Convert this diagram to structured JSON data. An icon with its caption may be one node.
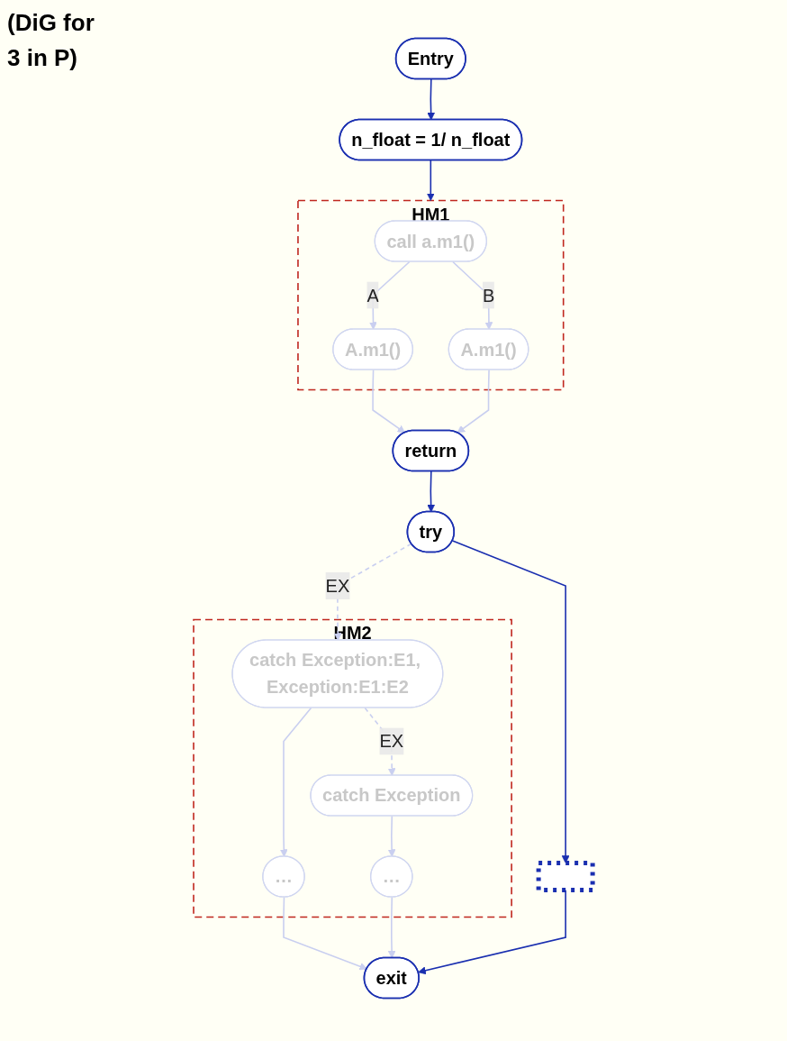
{
  "diagram": {
    "nodes": [
      {
        "text": [
          "Entry"
        ]
      },
      {
        "text": [
          "n_float = 1/ n_float"
        ]
      },
      {
        "text": [
          "HM1"
        ]
      },
      {
        "text": [
          "call a.m1()"
        ],
        "in": 2
      },
      {
        "text": [
          "A.m1()"
        ],
        "in": 2
      },
      {
        "text": [
          "A.m1()"
        ],
        "in": 2
      },
      {
        "text": [
          "return"
        ]
      },
      {
        "text": [
          "try"
        ]
      },
      {
        "text": [
          "HM2"
        ]
      },
      {
        "text": [
          "catch Exception:E1, Exception:E1:E2"
        ],
        "in": 8
      },
      {
        "text": [
          "…"
        ],
        "in": 8
      },
      {
        "text": [
          "catch Exception"
        ],
        "in": 8
      },
      {
        "text": [
          "…"
        ],
        "in": 8
      },
      {
        "text": [
          "exit"
        ]
      },
      {
        "text": [],
        "shape": "bar"
      }
    ],
    "edges": [
      {
        "from": 0,
        "to": 1,
        "arrow": "to",
        "color": "#1a2fb0"
      },
      {
        "from": 1,
        "to": 2,
        "arrow": "to",
        "color": "#1a2fb0"
      },
      {
        "from": 3,
        "to": 4,
        "arrow": "to",
        "label": "A"
      },
      {
        "from": 3,
        "to": 5,
        "arrow": "to",
        "label": "B"
      },
      {
        "from": 4,
        "to": 6,
        "arrow": "to"
      },
      {
        "from": 5,
        "to": 6,
        "arrow": "to"
      },
      {
        "from": 6,
        "to": 7,
        "arrow": "to",
        "color": "#1a2fb0"
      },
      {
        "from": 7,
        "to": 9,
        "arrow": "to",
        "style": "dashed",
        "label": "EX"
      },
      {
        "from": 7,
        "to": 14,
        "arrow": "to",
        "color": "#1a2fb0"
      },
      {
        "from": 9,
        "to": 10,
        "arrow": "to"
      },
      {
        "from": 9,
        "to": 11,
        "arrow": "to",
        "style": "dashed",
        "label": "EX"
      },
      {
        "from": 10,
        "to": 13,
        "arrow": "to"
      },
      {
        "from": 11,
        "to": 12,
        "arrow": "to"
      },
      {
        "from": 12,
        "to": 13,
        "arrow": "to"
      },
      {
        "from": 14,
        "to": 13,
        "arrow": "to",
        "color": "#1a2fb0"
      }
    ],
    "labels": [
      "(DiG for",
      "3 in P)"
    ]
  }
}
